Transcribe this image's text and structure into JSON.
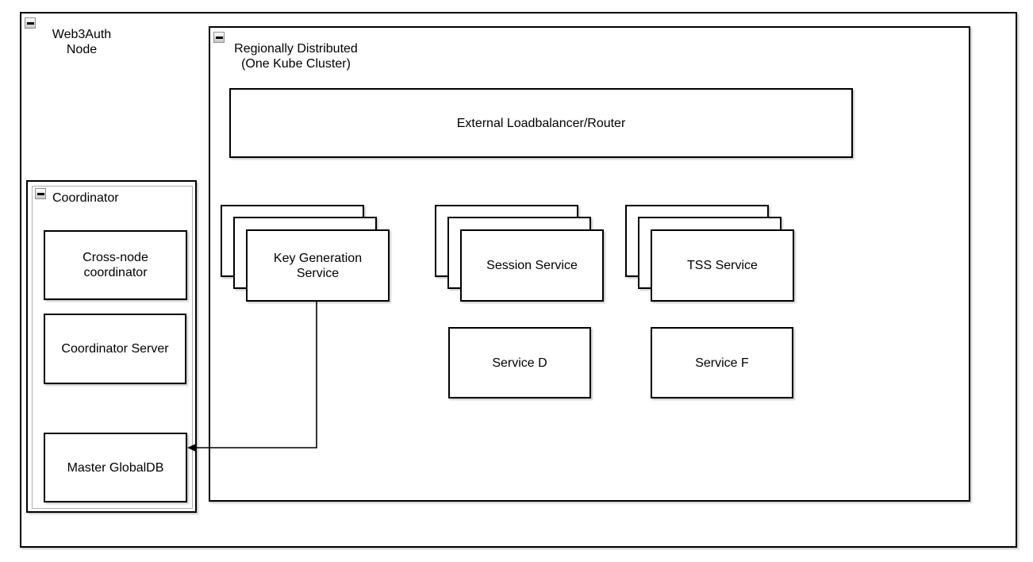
{
  "colors": {
    "stroke": "#000000",
    "fill": "#ffffff",
    "shadow": "rgba(0,0,0,0.20)",
    "collapse_btn_border": "#8f8f8f"
  },
  "web3auth_container": {
    "label": "Web3Auth\nNode",
    "collapse_icon": "minus"
  },
  "regional_container": {
    "label": "Regionally Distributed\n(One Kube Cluster)",
    "collapse_icon": "minus"
  },
  "external_loadbalancer": {
    "label": "External Loadbalancer/Router"
  },
  "service_stacks": [
    {
      "label": "Key Generation\nService",
      "visible_replicas": 3
    },
    {
      "label": "Session Service",
      "visible_replicas": 3
    },
    {
      "label": "TSS Service",
      "visible_replicas": 3
    }
  ],
  "services": [
    {
      "label": "Service D"
    },
    {
      "label": "Service F"
    }
  ],
  "coordinator_container": {
    "label": "Coordinator",
    "collapse_icon": "minus",
    "boxes": [
      {
        "label": "Cross-node\ncoordinator"
      },
      {
        "label": "Coordinator Server"
      },
      {
        "label": "Master GlobalDB"
      }
    ]
  },
  "connections": [
    {
      "from": "Key Generation Service",
      "to": "Master GlobalDB",
      "style": "arrow"
    }
  ]
}
